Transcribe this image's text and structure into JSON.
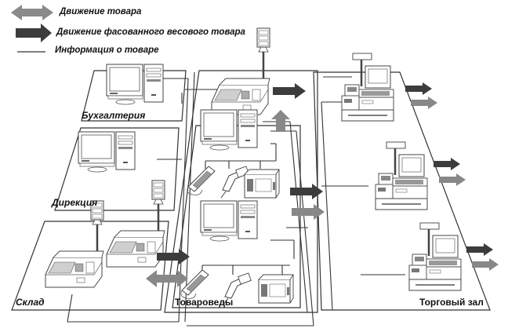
{
  "legend": {
    "items": [
      {
        "label": "Движение товара",
        "symbol": "double-arrow",
        "color": "#8a8a8a"
      },
      {
        "label": "Движение фасованного весового товара",
        "symbol": "arrow",
        "color": "#3c3c3c"
      },
      {
        "label": "Информация о товаре",
        "symbol": "line",
        "color": "#333333"
      }
    ]
  },
  "zones": {
    "accounting": "Бухгалтерия",
    "management": "Дирекция",
    "warehouse": "Склад",
    "merchandisers": "Товароведы",
    "sales_floor": "Торговый зал"
  },
  "devices": {
    "accounting": [
      "computer"
    ],
    "management": [
      "computer"
    ],
    "warehouse": [
      "label-printing-scale",
      "label-printing-scale"
    ],
    "merchandisers": [
      "label-printing-scale",
      "computer",
      "data-collection-terminal",
      "barcode-scanner",
      "label-printer",
      "computer",
      "data-collection-terminal",
      "barcode-scanner",
      "label-printer"
    ],
    "sales_floor": [
      "pos-terminal",
      "pos-terminal",
      "pos-terminal"
    ]
  },
  "colors": {
    "goods_flow": "#8a8a8a",
    "packed_goods_flow": "#3c3c3c",
    "info_line": "#333333"
  }
}
